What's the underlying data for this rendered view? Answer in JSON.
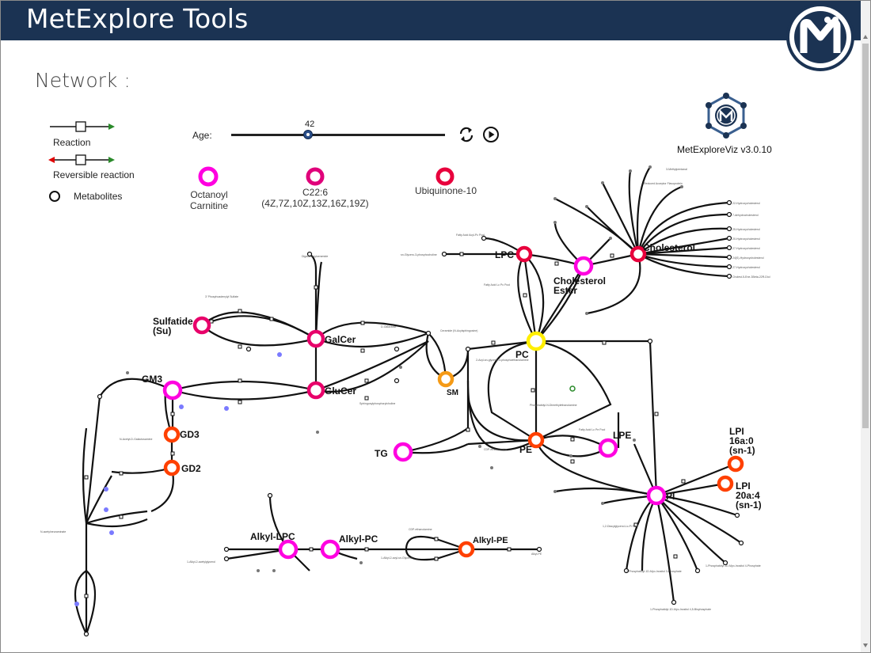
{
  "header": {
    "title": "MetExplore Tools"
  },
  "section": {
    "title": "Network :"
  },
  "legend": {
    "reaction": "Reaction",
    "reversible": "Reversible reaction",
    "metabolites": "Metabolites"
  },
  "age": {
    "label": "Age:",
    "value": "42"
  },
  "viz": {
    "version": "MetExploreViz v3.0.10"
  },
  "key_metabolites": [
    {
      "label": "Octanoyl\nCarnitine",
      "color": "#ff00e0"
    },
    {
      "label": "C22:6\n(4Z,7Z,10Z,13Z,16Z,19Z)",
      "color": "#e0007a"
    },
    {
      "label": "Ubiquinone-10",
      "color": "#e8003c"
    }
  ],
  "network": {
    "labels": {
      "sulfatide": "Sulfatide\n(Su)",
      "galcer": "GalCer",
      "glucer": "GluCer",
      "gm3": "GM3",
      "gd3": "GD3",
      "gd2": "GD2",
      "sm": "SM",
      "tg": "TG",
      "pc": "PC",
      "lpc": "LPC",
      "chol_ester": "Cholesterol\nEster",
      "cholesterol": "Cholesterol",
      "pe": "PE",
      "lpe": "LPE",
      "pi": "PI",
      "lpi1": "LPI\n16a:0\n(sn-1)",
      "lpi2": "LPI\n20a:4\n(sn-1)",
      "alkyl_lpc": "Alkyl-LPC",
      "alkyl_pc": "Alkyl-PC",
      "alkyl_pe": "Alkyl-PE"
    },
    "colors": {
      "magenta": "#ff00e0",
      "crimson": "#e8003c",
      "pink": "#e8006a",
      "orange_red": "#ff4000",
      "orange": "#f59a16",
      "yellow": "#ffee00",
      "green": "#2a8a2a",
      "blue": "#7a7aff"
    }
  }
}
